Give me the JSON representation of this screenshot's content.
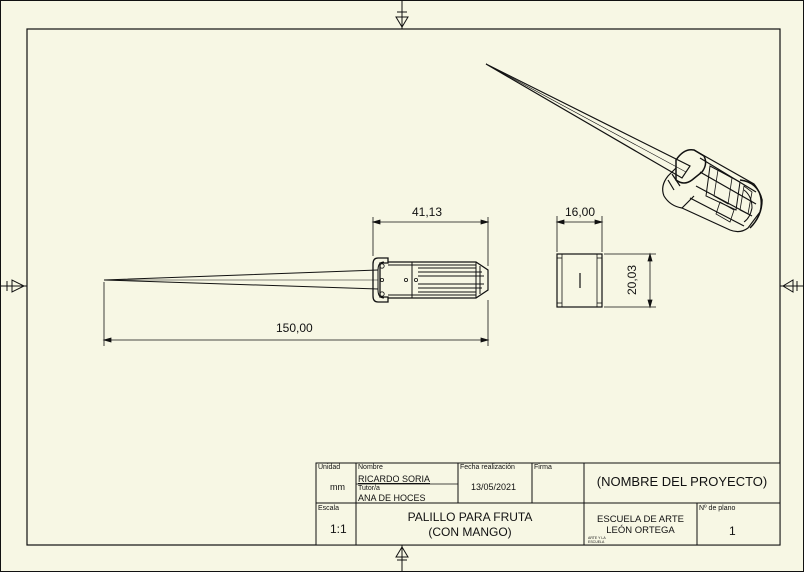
{
  "dimensions": {
    "handle_length": "41,13",
    "total_length": "150,00",
    "side_width": "16,00",
    "side_height": "20,03"
  },
  "title_block": {
    "unit_label": "Unidad",
    "unit_value": "mm",
    "name_label": "Nombre",
    "name_value": "RICARDO SORIA",
    "tutor_label": "Tutor/a",
    "tutor_value": "ANA DE HOCES",
    "date_label": "Fecha realización",
    "date_value": "13/05/2021",
    "signature_label": "Firma",
    "project_name": "(NOMBRE DEL PROYECTO)",
    "scale_label": "Escala",
    "scale_value": "1:1",
    "piece_title_line1": "PALILLO PARA FRUTA",
    "piece_title_line2": "(CON MANGO)",
    "school_line1": "ESCUELA DE ARTE",
    "school_line2": "LEÓN ORTEGA",
    "school_small_line1": "ARTE Y LA",
    "school_small_line2": "ESCUELA",
    "sheet_number_label": "Nº de plano",
    "sheet_number_value": "1"
  },
  "colors": {
    "background": "#f7f7e4",
    "line": "#111111"
  }
}
